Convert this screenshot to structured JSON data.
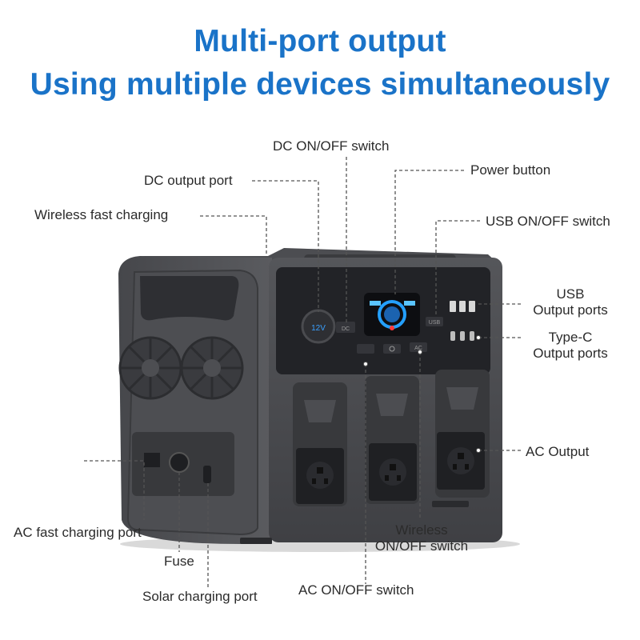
{
  "headline": {
    "line1": "Multi-port output",
    "line2": "Using multiple devices simultaneously"
  },
  "labels": {
    "dc_switch": "DC ON/OFF switch",
    "dc_output_port": "DC output port",
    "power_button": "Power button",
    "wireless_fast_charging": "Wireless fast charging",
    "usb_switch": "USB ON/OFF switch",
    "usb_ports_line1": "USB",
    "usb_ports_line2": "Output ports",
    "typec_line1": "Type-C",
    "typec_line2": "Output ports",
    "ac_output": "AC Output",
    "ac_fast_charging_port": "AC fast charging port",
    "fuse": "Fuse",
    "solar_port": "Solar charging port",
    "ac_switch": "AC ON/OFF switch",
    "wireless_switch_line1": "Wireless",
    "wireless_switch_line2": "ON/OFF switch"
  },
  "panel_marks": {
    "dc_socket": "12V",
    "dc_button": "DC",
    "usb_button": "USB",
    "ac_button": "AC"
  },
  "colors": {
    "headline": "#1a73c8",
    "body": "#4a4a4c",
    "panel": "#222327",
    "callout": "#555555"
  }
}
